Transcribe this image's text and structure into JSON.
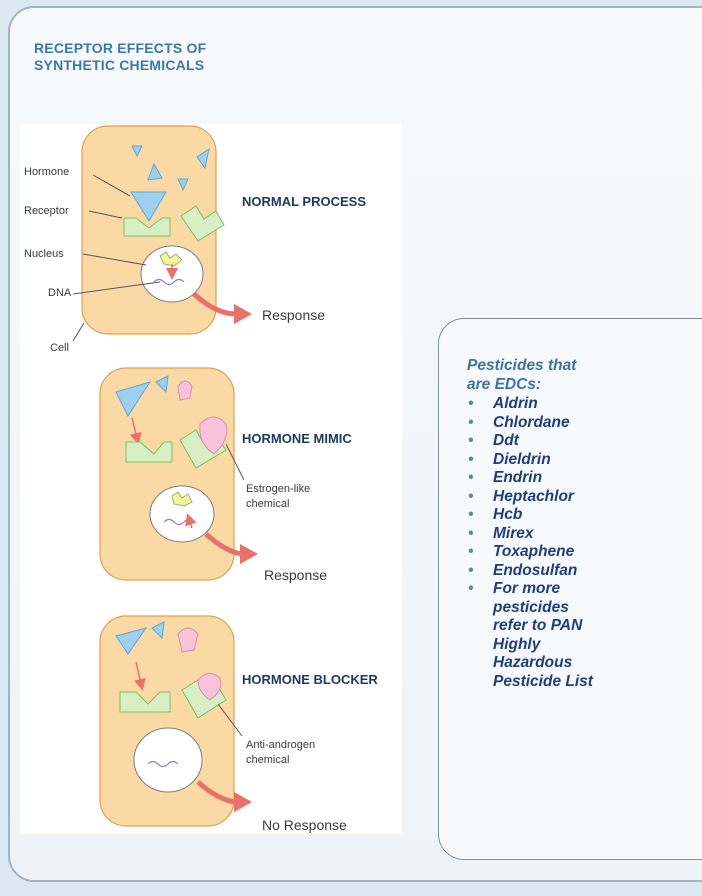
{
  "title": {
    "line1": "RECEPTOR EFFECTS OF",
    "line2": "SYNTHETIC CHEMICALS"
  },
  "diagram": {
    "panels": [
      {
        "heading": "NORMAL PROCESS",
        "response": "Response",
        "labels": [
          "Hormone",
          "Receptor",
          "Nucleus",
          "DNA",
          "Cell"
        ]
      },
      {
        "heading": "HORMONE MIMIC",
        "response": "Response",
        "side_label": [
          "Estrogen-like",
          "chemical"
        ]
      },
      {
        "heading": "HORMONE BLOCKER",
        "response": "No Response",
        "side_label": [
          "Anti-androgen",
          "chemical"
        ]
      }
    ],
    "colors": {
      "cell_fill": "#fbd9a4",
      "cell_border": "#d9a054",
      "hormone": "#9ed0ee",
      "receptor": "#d8efc4",
      "mimic": "#f7c3d8",
      "arrow": "#e8716a"
    }
  },
  "sidebar": {
    "heading": "Pesticides that are EDCs:",
    "items": [
      "Aldrin",
      "Chlordane",
      "Ddt",
      "Dieldrin",
      "Endrin",
      "Heptachlor",
      "Hcb",
      "Mirex",
      "Toxaphene",
      "Endosulfan",
      "For more pesticides refer to PAN Highly Hazardous Pesticide List"
    ]
  }
}
